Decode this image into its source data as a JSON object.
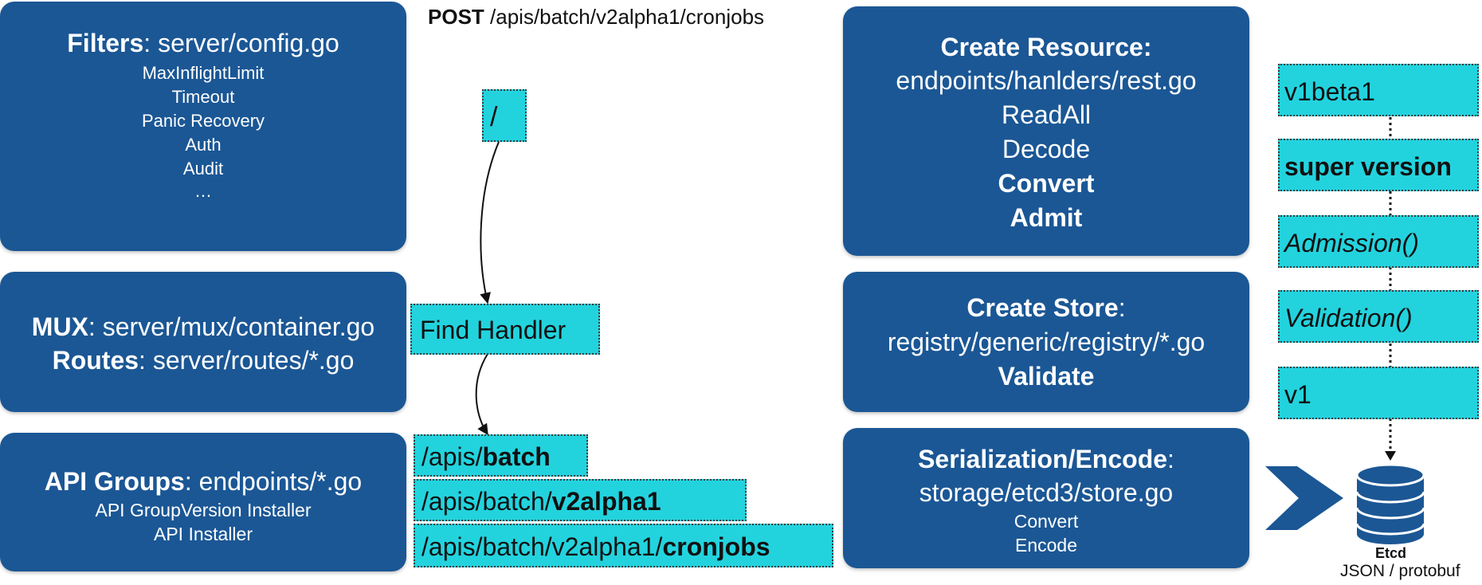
{
  "request": {
    "method": "POST",
    "path": " /apis/batch/v2alpha1/cronjobs"
  },
  "filters": {
    "title": "Filters",
    "file": ": server/config.go",
    "items": [
      "MaxInflightLimit",
      "Timeout",
      "Panic Recovery",
      "Auth",
      "Audit",
      "…"
    ]
  },
  "mux": {
    "title": "MUX",
    "file": ": server/mux/container.go",
    "routes_title": "Routes",
    "routes_file": ": server/routes/*.go"
  },
  "api_groups": {
    "title": "API Groups",
    "file": ": endpoints/*.go",
    "items": [
      "API GroupVersion Installer",
      "API Installer"
    ]
  },
  "flow": {
    "root": "/",
    "find_handler": "Find Handler",
    "paths": [
      {
        "prefix": "/apis/",
        "bold": "batch"
      },
      {
        "prefix": "/apis/batch/",
        "bold": "v2alpha1"
      },
      {
        "prefix": "/apis/batch/v2alpha1/",
        "bold": "cronjobs"
      }
    ]
  },
  "create_resource": {
    "title": "Create Resource:",
    "file": "endpoints/hanlders/rest.go",
    "items": [
      "ReadAll",
      "Decode"
    ],
    "bold_items": [
      "Convert",
      "Admit"
    ]
  },
  "create_store": {
    "title": "Create Store",
    "title_suffix": ":",
    "file": "registry/generic/registry/*.go",
    "bold_item": "Validate"
  },
  "serialization": {
    "title": "Serialization/Encode",
    "title_suffix": ":",
    "file": "storage/etcd3/store.go",
    "items": [
      "Convert",
      "Encode"
    ]
  },
  "versions": {
    "v1beta1": "v1beta1",
    "super_version": "super version",
    "admission": "Admission()",
    "validation": "Validation()",
    "v1": "v1"
  },
  "etcd": {
    "label": "Etcd",
    "format": "JSON / protobuf"
  },
  "colors": {
    "panel": "#1b5795",
    "teal": "#22d3de"
  }
}
